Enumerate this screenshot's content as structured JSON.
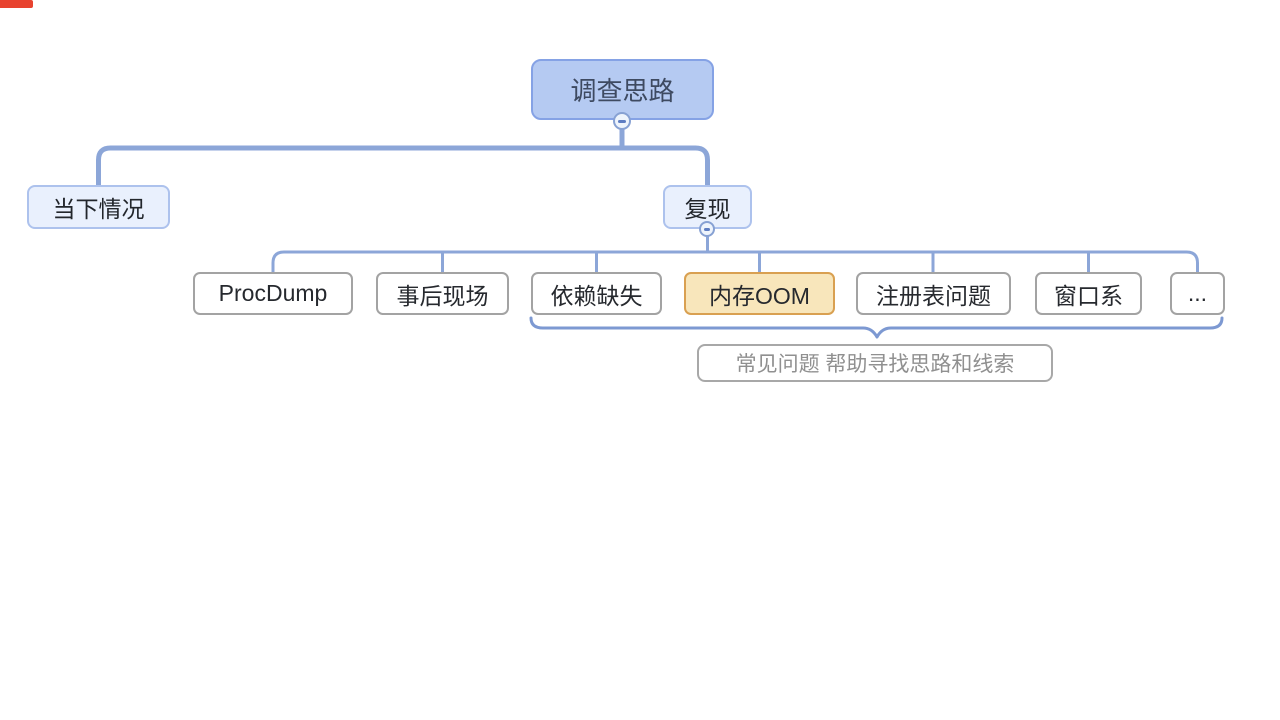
{
  "page": {
    "background": "#ffffff"
  },
  "decorations": {
    "top_left_bar_color": "#e8432f"
  },
  "icons": {
    "collapse": "minus-in-circle"
  },
  "mindmap": {
    "root": {
      "label": "调查思路"
    },
    "branches": [
      {
        "label": "当下情况"
      },
      {
        "label": "复现"
      }
    ],
    "reproduce_children": [
      {
        "label": "ProcDump"
      },
      {
        "label": "事后现场"
      },
      {
        "label": "依赖缺失"
      },
      {
        "label": "内存OOM",
        "highlighted": true
      },
      {
        "label": "注册表问题"
      },
      {
        "label": "窗口系"
      },
      {
        "label": "..."
      }
    ],
    "summary": {
      "label": "常见问题 帮助寻找思路和线索"
    }
  },
  "colors": {
    "root_fill": "#b5caf2",
    "root_border": "#85a2e5",
    "root_text": "#3e4a61",
    "branch_fill": "#e9f0fd",
    "branch_border": "#adc2ed",
    "child_fill": "#ffffff",
    "child_border": "#a3a3a3",
    "highlight_fill": "#f8e6bb",
    "highlight_border": "#d9a051",
    "connector": "#8ca6d8",
    "brace": "#7d99d2",
    "summary_text": "#909090"
  }
}
